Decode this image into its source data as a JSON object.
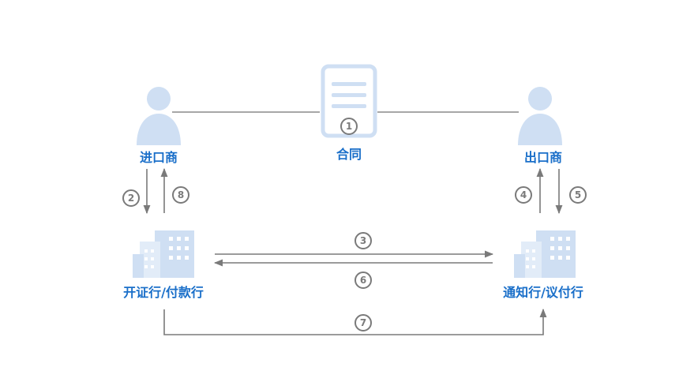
{
  "nodes": {
    "importer": "进口商",
    "exporter": "出口商",
    "contract": "合同",
    "issuing_bank": "开证行/付款行",
    "advising_bank": "通知行/议付行"
  },
  "steps": {
    "s1": "1",
    "s2": "2",
    "s3": "3",
    "s4": "4",
    "s5": "5",
    "s6": "6",
    "s7": "7",
    "s8": "8"
  },
  "colors": {
    "label": "#1a6fc9",
    "icon_fill": "#cfdff3",
    "icon_light": "#e2ecf8",
    "line": "#7a7a7a",
    "connector": "#8a8a8a"
  }
}
